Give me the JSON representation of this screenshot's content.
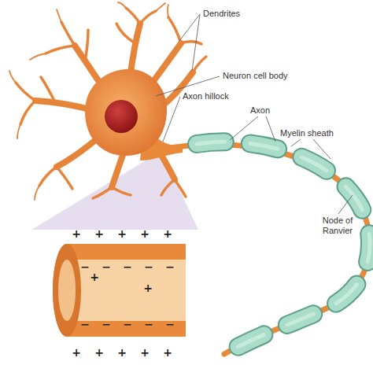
{
  "diagram": {
    "labels": [
      "Dendrites",
      "Neuron cell body",
      "Axon hillock",
      "Axon",
      "Myelin sheath",
      "Node of Ranvier",
      "+",
      "+",
      "+",
      "+",
      "+",
      "−",
      "−",
      "−",
      "−",
      "−",
      "+",
      "+",
      "−",
      "−",
      "−",
      "−",
      "−",
      "+",
      "+",
      "+",
      "+",
      "+"
    ]
  }
}
